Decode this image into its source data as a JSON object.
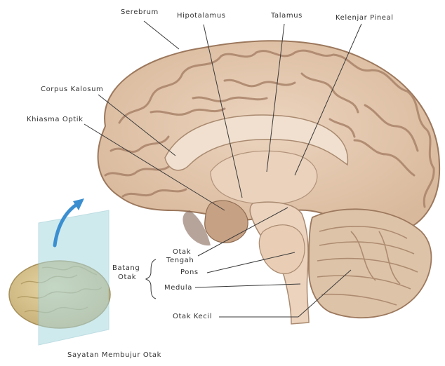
{
  "labels": {
    "serebrum": "Serebrum",
    "hipotalamus": "Hipotalamus",
    "talamus": "Talamus",
    "kelenjar_pineal": "Kelenjar Pineal",
    "corpus_kalosum": "Corpus Kalosum",
    "khiasma_optik": "Khiasma Optik",
    "otak_tengah_1": "Otak",
    "otak_tengah_2": "Tengah",
    "batang_otak_1": "Batang",
    "batang_otak_2": "Otak",
    "pons": "Pons",
    "medula": "Medula",
    "otak_kecil": "Otak Kecil"
  },
  "caption": "Sayatan Membujur Otak",
  "colors": {
    "cortex": "#e6cbb2",
    "cortex_dark": "#b58f73",
    "inner": "#eed9c5",
    "brainstem": "#e8cdb6",
    "cerebellum": "#dcc0a5",
    "small_brain": "#d9c48e",
    "plane": "#a9d9e0",
    "arrow": "#3b8fd0"
  }
}
